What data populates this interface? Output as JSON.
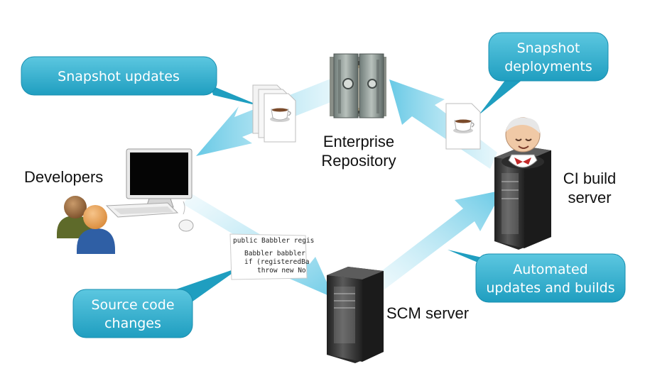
{
  "nodes": {
    "developers": "Developers",
    "repository_line1": "Enterprise",
    "repository_line2": "Repository",
    "ci_line1": "CI build",
    "ci_line2": "server",
    "scm": "SCM server"
  },
  "callouts": {
    "snapshot_updates": "Snapshot updates",
    "snapshot_deployments_line1": "Snapshot",
    "snapshot_deployments_line2": "deployments",
    "source_code_line1": "Source code",
    "source_code_line2": "changes",
    "automated_line1": "Automated",
    "automated_line2": "updates and builds"
  },
  "code_snippet": {
    "line1": "public Babbler regis",
    "line2": "Babbler babbler",
    "line3": "if (registeredBa",
    "line4": "throw new No"
  },
  "colors": {
    "callout_fill": "#2aa9c9",
    "arrow": "#7fd3ea",
    "server_body": "#3a3a3a"
  }
}
